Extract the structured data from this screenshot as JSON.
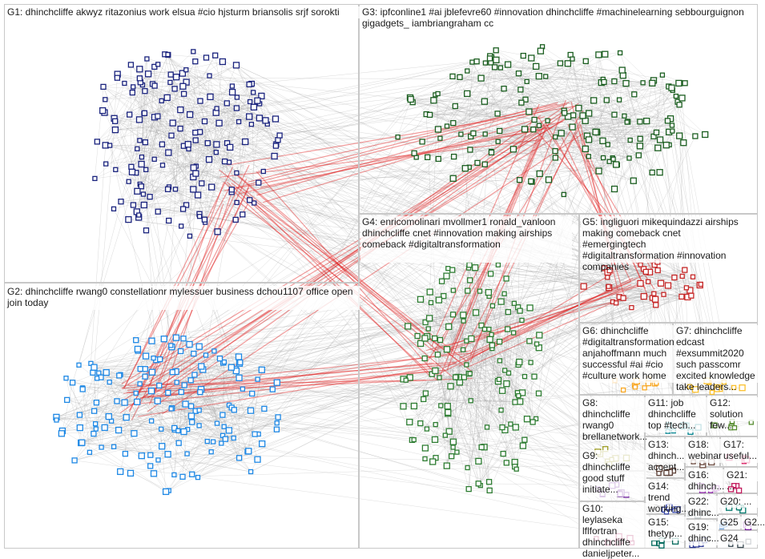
{
  "graph": {
    "background": "#ffffff",
    "edge_color": "#a0a0a0",
    "strong_edge_color": "#e02020",
    "groups": [
      {
        "id": "G1",
        "label": "G1: dhinchcliffe akwyz ritazonius work elsua #cio hjsturm briansolis srjf sorokti",
        "node_color": "#1a237e",
        "node_count": 170
      },
      {
        "id": "G2",
        "label": "G2: dhinchcliffe rwang0 constellationr mylessuer business dchou1107 office open join today",
        "node_color": "#1e88e5",
        "node_count": 160
      },
      {
        "id": "G3",
        "label": "G3: ipfconline1 #ai jblefevre60 #innovation dhinchcliffe #machinelearning sebbourguignon gigadgets_ iambriangraham cc",
        "node_color": "#1b5e20",
        "node_count": 170
      },
      {
        "id": "G4",
        "label": "G4: enricomolinari mvollmer1 ronald_vanloon dhinchcliffe cnet #innovation making airships comeback #digitaltransformation",
        "node_color": "#2e7d32",
        "node_count": 150
      },
      {
        "id": "G5",
        "label": "G5: ingliguori mikequindazzi airships making comeback cnet #emergingtech #digitaltransformation #innovation companies",
        "node_color": "#c62828",
        "node_count": 40
      },
      {
        "id": "G6",
        "label": "G6: dhinchcliffe #digitaltransformation anjahoffmann much successful #ai #cio #culture work home",
        "node_color": "#f9a825",
        "node_count": 10
      },
      {
        "id": "G7",
        "label": "G7: dhinchcliffe edcast #exsummit2020 such passcomr excited knowledge take leaders...",
        "node_color": "#fbc02d",
        "node_count": 12
      },
      {
        "id": "G8",
        "label": "G8: dhinchcliffe rwang0 brellanetwork...",
        "node_color": "#9e9d24",
        "node_count": 8
      },
      {
        "id": "G9",
        "label": "G9: dhinchcliffe good stuff initiate...",
        "node_color": "#6a1b9a",
        "node_count": 8
      },
      {
        "id": "G10",
        "label": "G10: leylaseka lflfortran dhinchcliffe danieljpeter...",
        "node_color": "#ad1457",
        "node_count": 8
      },
      {
        "id": "G11",
        "label": "G11: job dhinchcliffe top #tech...",
        "node_color": "#00838f",
        "node_count": 8
      },
      {
        "id": "G12",
        "label": "G12: solution few...",
        "node_color": "#558b2f",
        "node_count": 6
      },
      {
        "id": "G13",
        "label": "G13: dhinch... accent...",
        "node_color": "#5d4037",
        "node_count": 6
      },
      {
        "id": "G14",
        "label": "G14: trend working...",
        "node_color": "#3949ab",
        "node_count": 6
      },
      {
        "id": "G15",
        "label": "G15: thetyp...",
        "node_color": "#00695c",
        "node_count": 5
      },
      {
        "id": "G16",
        "label": "G16: dhinch...",
        "node_color": "#8e24aa",
        "node_count": 5
      },
      {
        "id": "G17",
        "label": "G17: useful...",
        "node_color": "#d81b60",
        "node_count": 5
      },
      {
        "id": "G18",
        "label": "G18: webinar",
        "node_color": "#6d4c41",
        "node_count": 4
      },
      {
        "id": "G19",
        "label": "G19: dhinc...",
        "node_color": "#283593",
        "node_count": 4
      },
      {
        "id": "G20",
        "label": "G20: ...",
        "node_color": "#00796b",
        "node_count": 4
      },
      {
        "id": "G21",
        "label": "G21: ...",
        "node_color": "#c2185b",
        "node_count": 4
      },
      {
        "id": "G22",
        "label": "G22: dhinc...",
        "node_color": "#455a64",
        "node_count": 4
      },
      {
        "id": "G23",
        "label": "G2...",
        "node_color": "#7b1fa2",
        "node_count": 3
      },
      {
        "id": "G24",
        "label": "G24",
        "node_color": "#37474f",
        "node_count": 3
      },
      {
        "id": "G25",
        "label": "G25",
        "node_color": "#1565c0",
        "node_count": 3
      }
    ]
  }
}
